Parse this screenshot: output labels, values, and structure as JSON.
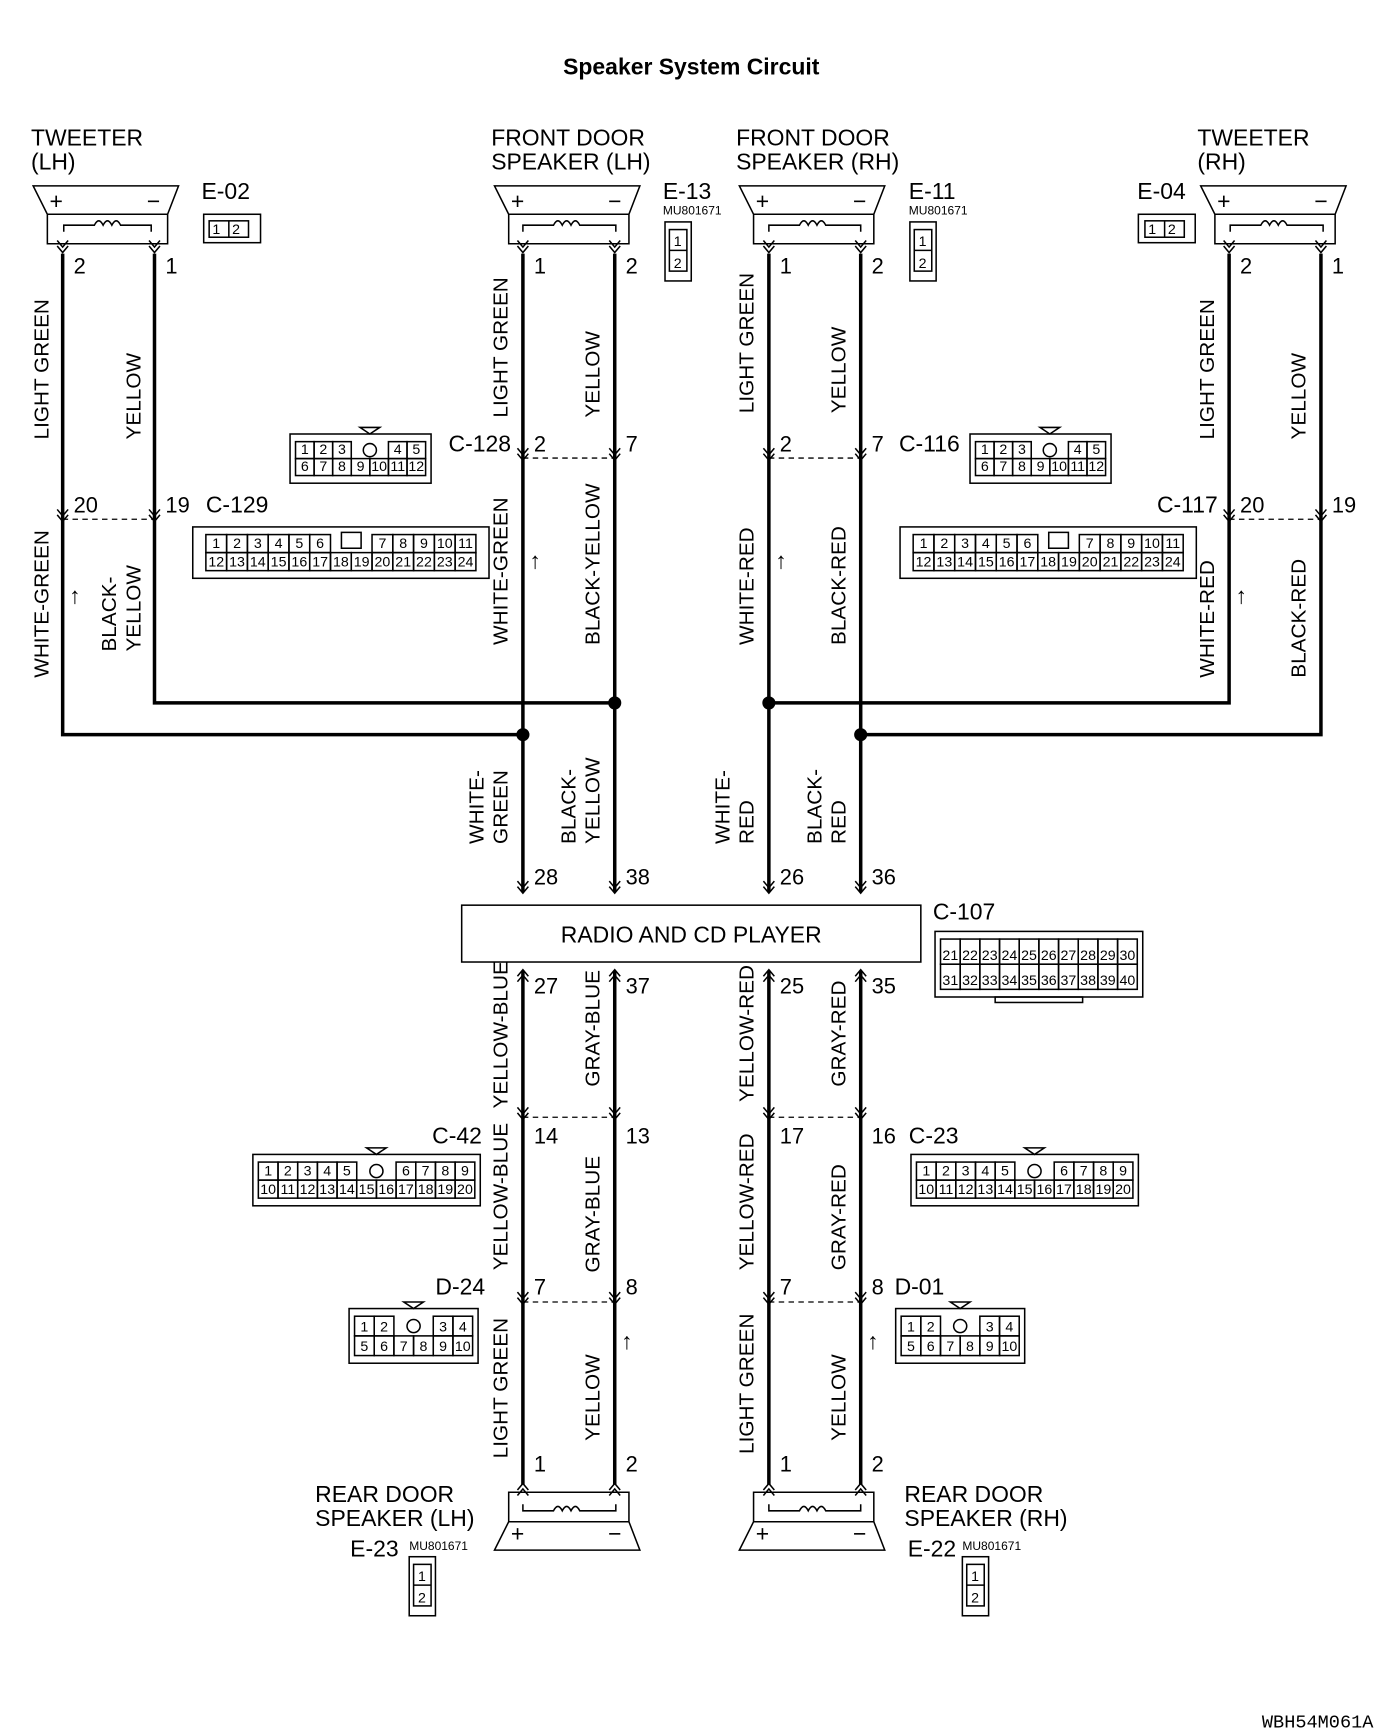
{
  "title": "Speaker System Circuit",
  "figure_id": "WBH54M061A",
  "speakers": {
    "tweeter_lh": {
      "line1": "TWEETER",
      "line2": "(LH)",
      "conn": "E-02",
      "pin_a": "2",
      "pin_b": "1"
    },
    "front_lh": {
      "line1": "FRONT DOOR",
      "line2": "SPEAKER (LH)",
      "conn": "E-13",
      "part": "MU801671",
      "pin_a": "1",
      "pin_b": "2"
    },
    "front_rh": {
      "line1": "FRONT DOOR",
      "line2": "SPEAKER (RH)",
      "conn": "E-11",
      "part": "MU801671",
      "pin_a": "1",
      "pin_b": "2"
    },
    "tweeter_rh": {
      "line1": "TWEETER",
      "line2": "(RH)",
      "conn": "E-04",
      "pin_a": "2",
      "pin_b": "1"
    },
    "rear_lh": {
      "line1": "REAR DOOR",
      "line2": "SPEAKER (LH)",
      "conn": "E-23",
      "part": "MU801671",
      "pin_a": "1",
      "pin_b": "2"
    },
    "rear_rh": {
      "line1": "REAR DOOR",
      "line2": "SPEAKER (RH)",
      "conn": "E-22",
      "part": "MU801671",
      "pin_a": "1",
      "pin_b": "2"
    }
  },
  "symbols": {
    "plus": "+",
    "minus": "−",
    "arrow": "↑"
  },
  "two_pin_cells": [
    "1",
    "2"
  ],
  "connectors": {
    "c128": {
      "name": "C-128",
      "row1": [
        "1",
        "2",
        "3",
        "4",
        "5"
      ],
      "row2": [
        "6",
        "7",
        "8",
        "9",
        "10",
        "11",
        "12"
      ],
      "pin_a": "2",
      "pin_b": "7"
    },
    "c116": {
      "name": "C-116",
      "row1": [
        "1",
        "2",
        "3",
        "4",
        "5"
      ],
      "row2": [
        "6",
        "7",
        "8",
        "9",
        "10",
        "11",
        "12"
      ],
      "pin_a": "2",
      "pin_b": "7"
    },
    "c129": {
      "name": "C-129",
      "row1": [
        "1",
        "2",
        "3",
        "4",
        "5",
        "6",
        "7",
        "8",
        "9",
        "10",
        "11"
      ],
      "row2": [
        "12",
        "13",
        "14",
        "15",
        "16",
        "17",
        "18",
        "19",
        "20",
        "21",
        "22",
        "23",
        "24"
      ],
      "pin_a": "20",
      "pin_b": "19"
    },
    "c117": {
      "name": "C-117",
      "row1": [
        "1",
        "2",
        "3",
        "4",
        "5",
        "6",
        "7",
        "8",
        "9",
        "10",
        "11"
      ],
      "row2": [
        "12",
        "13",
        "14",
        "15",
        "16",
        "17",
        "18",
        "19",
        "20",
        "21",
        "22",
        "23",
        "24"
      ],
      "pin_a": "20",
      "pin_b": "19"
    },
    "c107": {
      "name": "C-107",
      "row1": [
        "21",
        "22",
        "23",
        "24",
        "25",
        "26",
        "27",
        "28",
        "29",
        "30"
      ],
      "row2": [
        "31",
        "32",
        "33",
        "34",
        "35",
        "36",
        "37",
        "38",
        "39",
        "40"
      ]
    },
    "c42": {
      "name": "C-42",
      "row1": [
        "1",
        "2",
        "3",
        "4",
        "5",
        "6",
        "7",
        "8",
        "9"
      ],
      "row2": [
        "10",
        "11",
        "12",
        "13",
        "14",
        "15",
        "16",
        "17",
        "18",
        "19",
        "20"
      ],
      "pin_a": "14",
      "pin_b": "13"
    },
    "c23": {
      "name": "C-23",
      "row1": [
        "1",
        "2",
        "3",
        "4",
        "5",
        "6",
        "7",
        "8",
        "9"
      ],
      "row2": [
        "10",
        "11",
        "12",
        "13",
        "14",
        "15",
        "16",
        "17",
        "18",
        "19",
        "20"
      ],
      "pin_a": "17",
      "pin_b": "16"
    },
    "d24": {
      "name": "D-24",
      "row1": [
        "1",
        "2",
        "3",
        "4"
      ],
      "row2": [
        "5",
        "6",
        "7",
        "8",
        "9",
        "10"
      ],
      "pin_a": "7",
      "pin_b": "8"
    },
    "d01": {
      "name": "D-01",
      "row1": [
        "1",
        "2",
        "3",
        "4"
      ],
      "row2": [
        "5",
        "6",
        "7",
        "8",
        "9",
        "10"
      ],
      "pin_a": "7",
      "pin_b": "8"
    }
  },
  "radio": {
    "label": "RADIO AND CD PLAYER",
    "top_pins": [
      "28",
      "38",
      "26",
      "36"
    ],
    "bottom_pins": [
      "27",
      "37",
      "25",
      "35"
    ]
  },
  "wires": {
    "light_green": "LIGHT GREEN",
    "yellow": "YELLOW",
    "white_green": "WHITE-GREEN",
    "black_yellow": "BLACK-YELLOW",
    "white_red": "WHITE-RED",
    "black_red": "BLACK-RED",
    "black_yellow_l1": "BLACK-",
    "black_yellow_l2": "YELLOW",
    "white_green_l1": "WHITE-",
    "white_green_l2": "GREEN",
    "white_red_l1": "WHITE-",
    "white_red_l2": "RED",
    "black_red_l1": "BLACK-",
    "black_red_l2": "RED",
    "yellow_blue": "YELLOW-BLUE",
    "gray_blue": "GRAY-BLUE",
    "yellow_red": "YELLOW-RED",
    "gray_red": "GRAY-RED"
  }
}
